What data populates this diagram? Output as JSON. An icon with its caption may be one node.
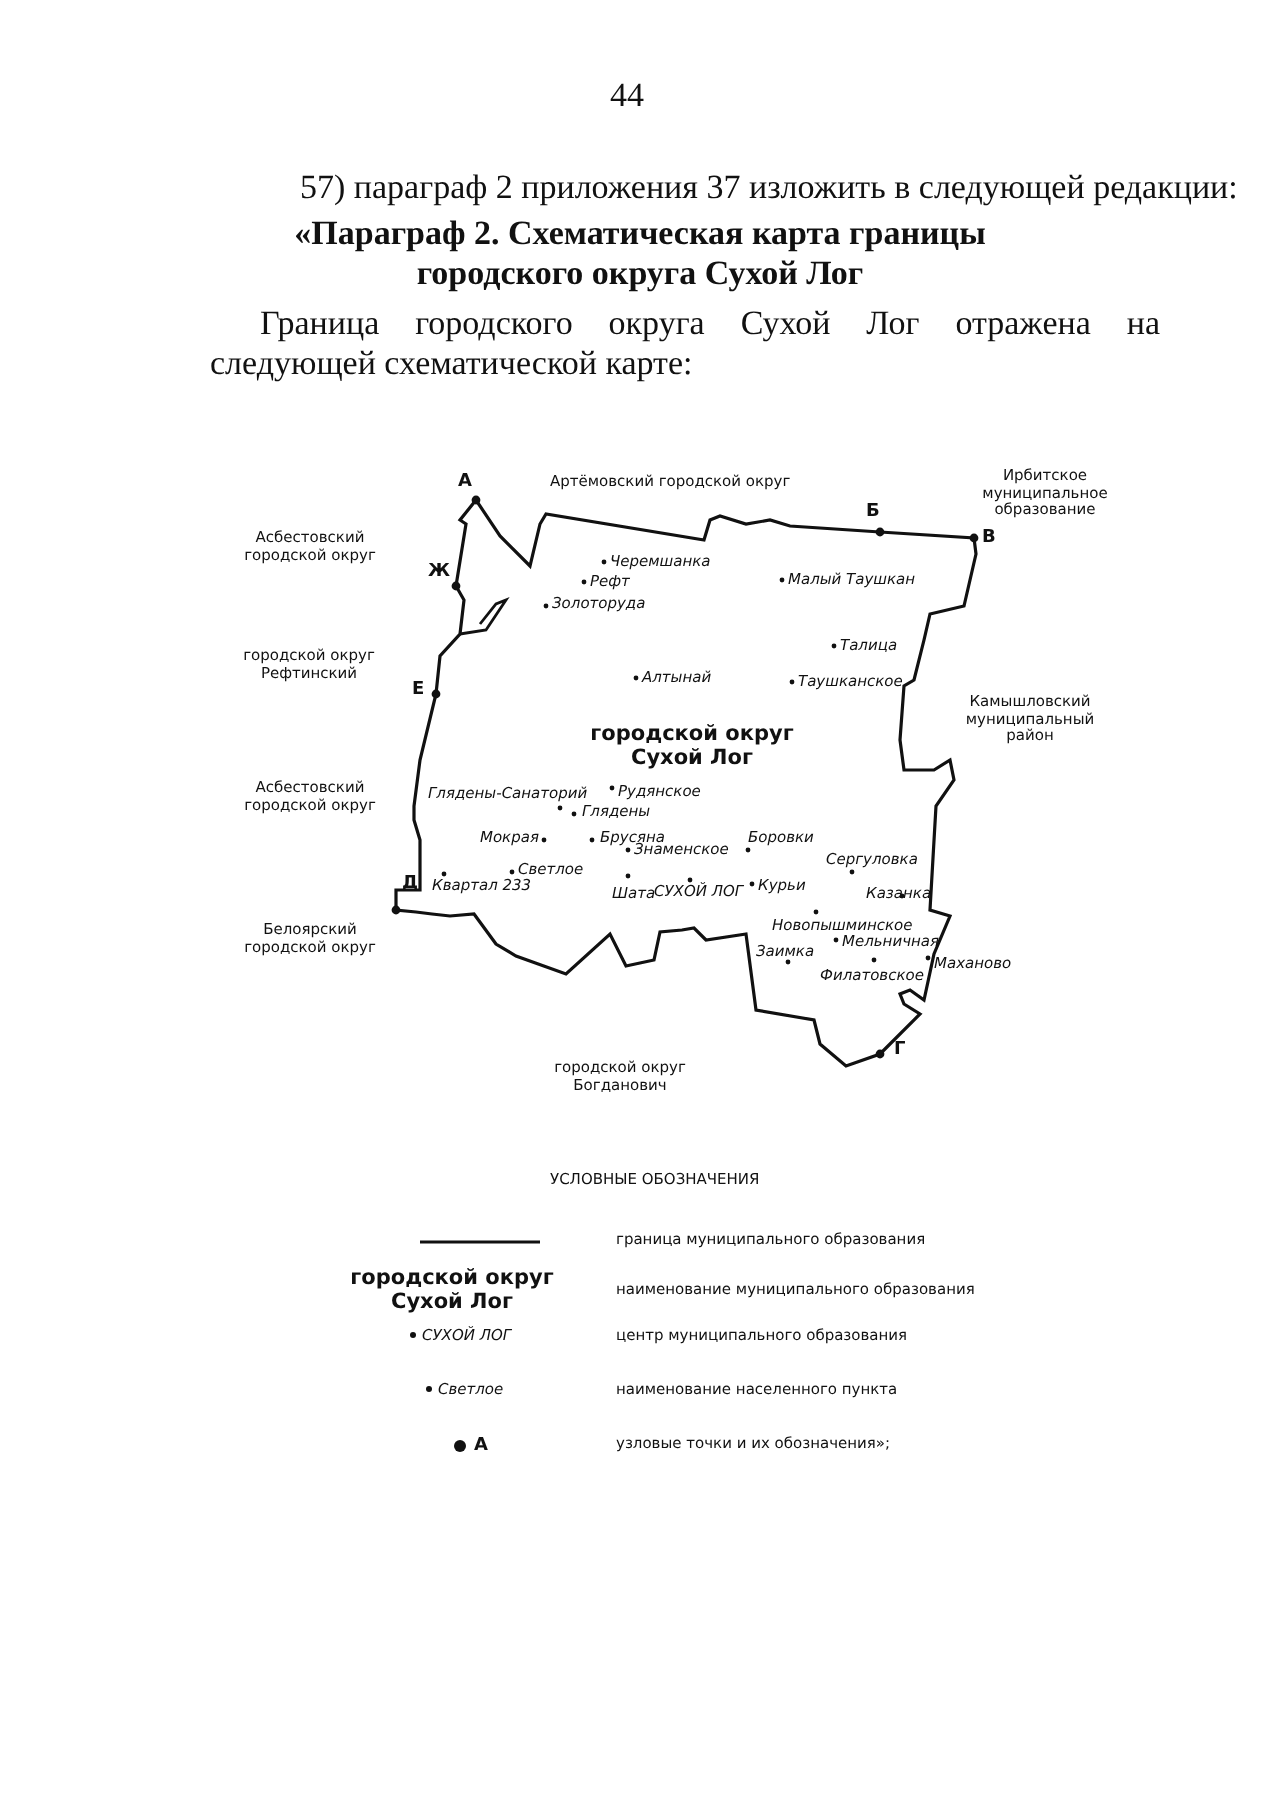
{
  "diagram": {
    "title": "«Параграф 2. Схематическая карта границы городского округа Сухой Лог",
    "labels": [
      "44",
      "57) параграф 2 приложения 37 изложить в следующей редакции:",
      "Граница городского округа Сухой Лог отражена на следующей схематической карте:",
      "А",
      "Артёмовский городской округ",
      "Ирбитское муниципальное образование",
      "Б",
      "В",
      "Асбестовский городской округ",
      "Черемшанка",
      "Рефт",
      "Малый Таушкан",
      "Ж",
      "Золоторуда",
      "городской округ Рефтинский",
      "Талица",
      "Е",
      "Алтынай",
      "Таушканское",
      "Камышловский муниципальный район",
      "городской округ Сухой Лог",
      "Асбестовский городской округ",
      "Глядены-Санаторий",
      "Рудянское",
      "Глядены",
      "Мокрая",
      "Брусяна",
      "Боровки",
      "Знаменское",
      "Сергуловка",
      "Светлое",
      "Д",
      "Квартал 233",
      "Шата",
      "СУХОЙ ЛОГ",
      "Курьи",
      "Казанка",
      "Белоярский городской округ",
      "Новопышминское",
      "Заимка",
      "Мельничная",
      "Маханово",
      "Филатовское",
      "Г",
      "городской округ Богданович",
      "УСЛОВНЫЕ ОБОЗНАЧЕНИЯ",
      "городской округ Сухой Лог",
      "СУХОЙ ЛОГ",
      "Светлое",
      "А"
    ],
    "legend": [
      {
        "text": "граница муниципального образования"
      },
      {
        "text": "наименование муниципального образования"
      },
      {
        "text": "центр муниципального образования"
      },
      {
        "text": "наименование населенного пункта"
      },
      {
        "text": "узловые точки и их обозначения»;"
      }
    ]
  }
}
